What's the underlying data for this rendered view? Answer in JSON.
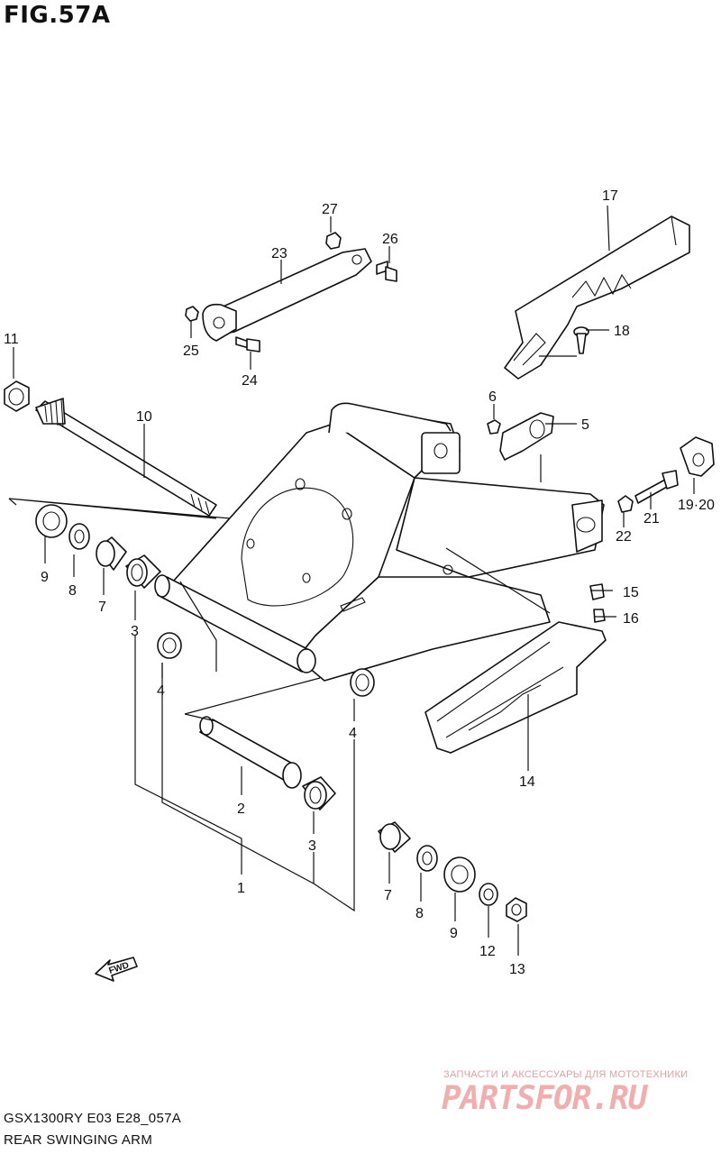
{
  "figure": {
    "title": "FIG.57A",
    "model_code": "GSX1300RY E03 E28_057A",
    "name": "REAR SWINGING ARM",
    "fwd_label": "FWD"
  },
  "callouts": [
    {
      "id": "c1",
      "label": "1"
    },
    {
      "id": "c2",
      "label": "2"
    },
    {
      "id": "c3a",
      "label": "3"
    },
    {
      "id": "c3b",
      "label": "3"
    },
    {
      "id": "c4a",
      "label": "4"
    },
    {
      "id": "c4b",
      "label": "4"
    },
    {
      "id": "c5",
      "label": "5"
    },
    {
      "id": "c6",
      "label": "6"
    },
    {
      "id": "c7a",
      "label": "7"
    },
    {
      "id": "c7b",
      "label": "7"
    },
    {
      "id": "c8a",
      "label": "8"
    },
    {
      "id": "c8b",
      "label": "8"
    },
    {
      "id": "c9a",
      "label": "9"
    },
    {
      "id": "c9b",
      "label": "9"
    },
    {
      "id": "c10",
      "label": "10"
    },
    {
      "id": "c11",
      "label": "11"
    },
    {
      "id": "c12",
      "label": "12"
    },
    {
      "id": "c13",
      "label": "13"
    },
    {
      "id": "c14",
      "label": "14"
    },
    {
      "id": "c15",
      "label": "15"
    },
    {
      "id": "c16",
      "label": "16"
    },
    {
      "id": "c17",
      "label": "17"
    },
    {
      "id": "c18",
      "label": "18"
    },
    {
      "id": "c19",
      "label": "19·20"
    },
    {
      "id": "c21",
      "label": "21"
    },
    {
      "id": "c22",
      "label": "22"
    },
    {
      "id": "c23",
      "label": "23"
    },
    {
      "id": "c24",
      "label": "24"
    },
    {
      "id": "c25",
      "label": "25"
    },
    {
      "id": "c26",
      "label": "26"
    },
    {
      "id": "c27",
      "label": "27"
    }
  ],
  "watermark": {
    "tagline": "ЗАПЧАСТИ И АКСЕССУАРЫ ДЛЯ МОТОТЕХНИКИ",
    "logo": "PARTSFOR.RU"
  }
}
